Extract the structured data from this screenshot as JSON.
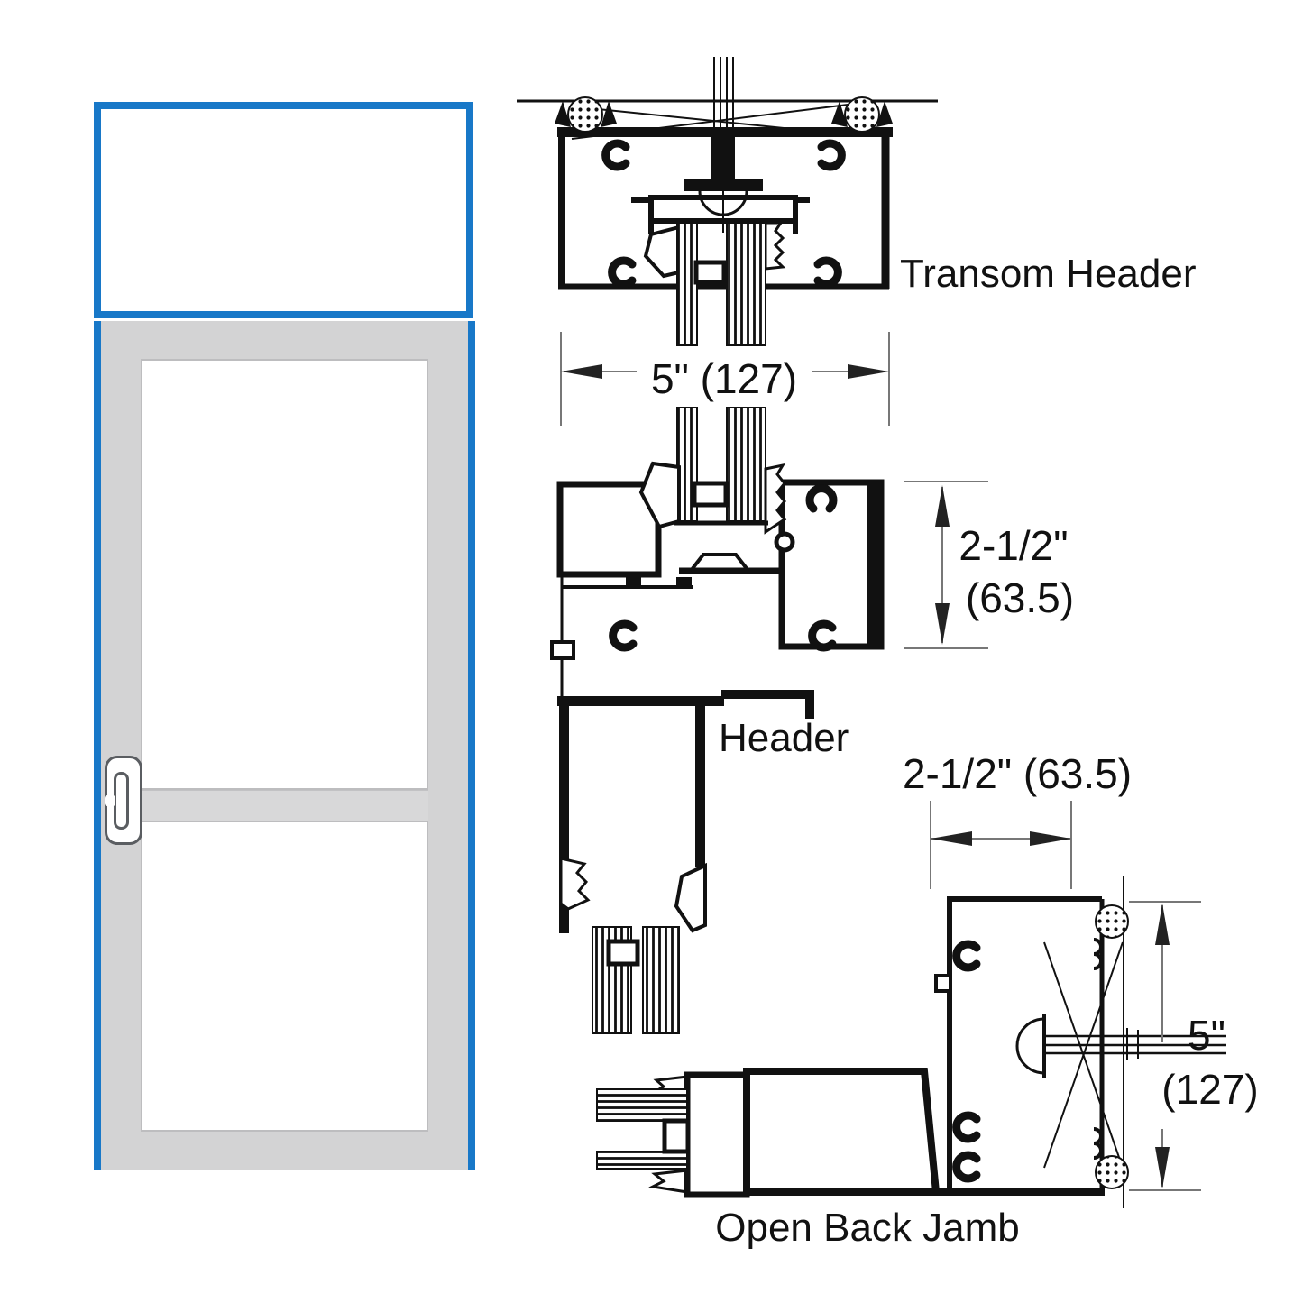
{
  "colors": {
    "frame_blue": "#1878c8",
    "door_gray": "#d3d3d4",
    "drawing_black": "#111111",
    "dim_line_gray": "#777777"
  },
  "elevation": {
    "description": "door-with-transom-elevation"
  },
  "labels": {
    "transom_header": "Transom Header",
    "header": "Header",
    "open_back_jamb": "Open Back Jamb"
  },
  "dimensions": {
    "transom_width": "5\" (127)",
    "header_height_line1": "2-1/2\"",
    "header_height_line2": "(63.5)",
    "jamb_width": "2-1/2\" (63.5)",
    "jamb_height_line1": "5\"",
    "jamb_height_line2": "(127)"
  }
}
